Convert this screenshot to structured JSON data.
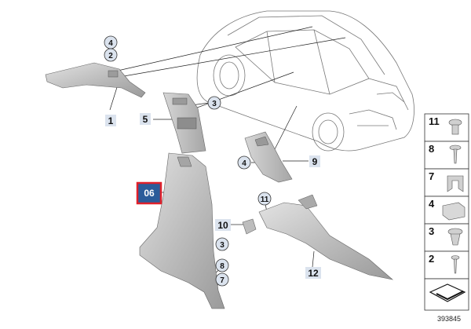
{
  "diagram": {
    "highlight_label": "06",
    "part_labels": [
      "1",
      "5",
      "9",
      "10",
      "12"
    ],
    "circle_labels": [
      "4",
      "2",
      "3",
      "4",
      "11",
      "3",
      "8",
      "7"
    ],
    "legend_items": [
      "11",
      "8",
      "7",
      "4",
      "3",
      "2"
    ],
    "reference_number": "393845",
    "colors": {
      "highlight_fill": "#2b5c9a",
      "highlight_border": "#e0202a",
      "part_gray": "#c8c8c8",
      "label_bg": "#dbe3ee"
    }
  }
}
